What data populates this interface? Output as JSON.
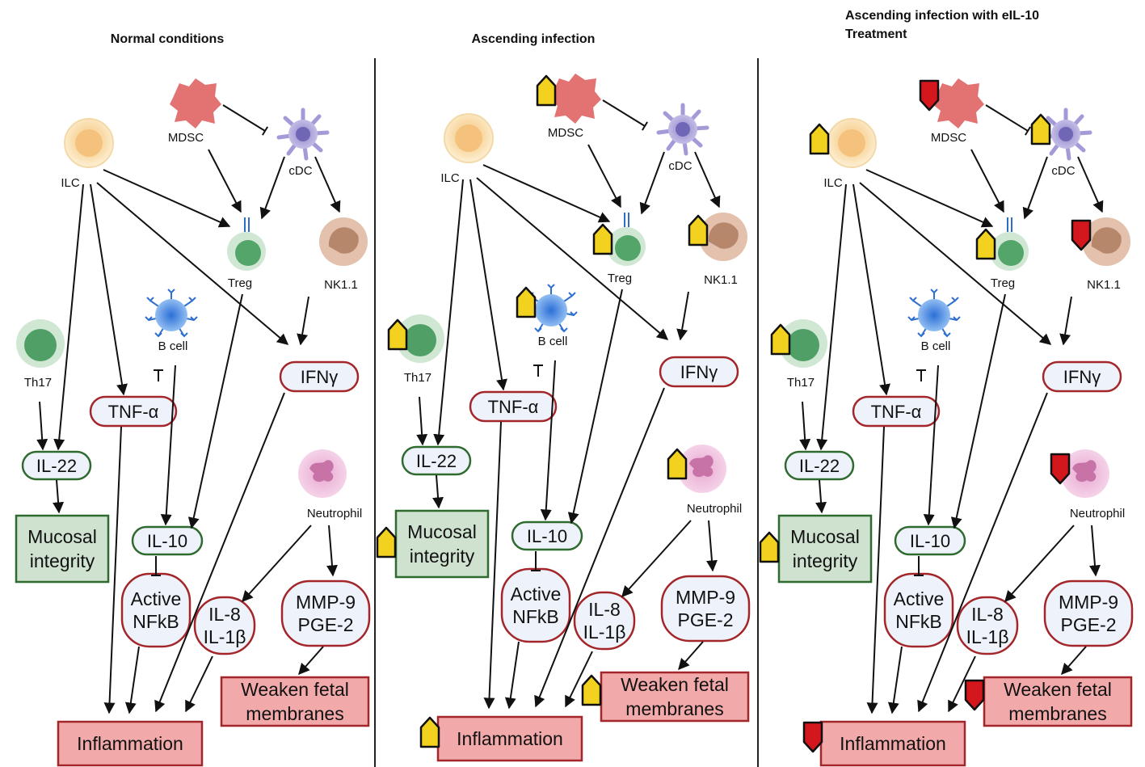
{
  "colors": {
    "red_border": "#a3262a",
    "green_border": "#2f6b2f",
    "pill_fill": "#eef3fb",
    "green_box_fill": "#cfe2cf",
    "red_box_fill": "#f2a9aa",
    "up_arrow": "#f2d21e",
    "down_arrow": "#d4161d",
    "divider": "#222222"
  },
  "panels": [
    {
      "title_lines": [
        "Normal conditions"
      ],
      "labels": {
        "mdsc": "MDSC",
        "cdc": "cDC",
        "ilc": "ILC",
        "treg": "Treg",
        "nk": "NK1.1",
        "bcell": "B cell",
        "th17": "Th17",
        "neutrophil": "Neutrophil"
      },
      "pills": {
        "ifng": "IFNγ",
        "tnfa": "TNF-α",
        "il22": "IL-22",
        "il10": "IL-10"
      },
      "boxes": {
        "mucosal": [
          "Mucosal",
          "integrity"
        ],
        "weaken": [
          "Weaken fetal",
          "membranes"
        ],
        "inflammation": [
          "Inflammation"
        ]
      },
      "bubbles": {
        "nfkb": [
          "Active",
          "NFkB"
        ],
        "il8": [
          "IL-8",
          "IL-1β"
        ],
        "mmp": [
          "MMP-9",
          "PGE-2"
        ]
      }
    },
    {
      "title_lines": [
        "Ascending infection"
      ],
      "labels": {
        "mdsc": "MDSC",
        "cdc": "cDC",
        "ilc": "ILC",
        "treg": "Treg",
        "nk": "NK1.1",
        "bcell": "B cell",
        "th17": "Th17",
        "neutrophil": "Neutrophil"
      },
      "pills": {
        "ifng": "IFNγ",
        "tnfa": "TNF-α",
        "il22": "IL-22",
        "il10": "IL-10"
      },
      "boxes": {
        "mucosal": [
          "Mucosal",
          "integrity"
        ],
        "weaken": [
          "Weaken fetal",
          "membranes"
        ],
        "inflammation": [
          "Inflammation"
        ]
      },
      "bubbles": {
        "nfkb": [
          "Active",
          "NFkB"
        ],
        "il8": [
          "IL-8",
          "IL-1β"
        ],
        "mmp": [
          "MMP-9",
          "PGE-2"
        ]
      },
      "up_arrows": [
        "mdsc",
        "treg",
        "nk",
        "bcell",
        "th17",
        "neutrophil",
        "mucosal",
        "weaken",
        "inflammation"
      ],
      "down_arrows": []
    },
    {
      "title_lines": [
        "Ascending infection with eIL-10",
        "Treatment"
      ],
      "labels": {
        "mdsc": "MDSC",
        "cdc": "cDC",
        "ilc": "ILC",
        "treg": "Treg",
        "nk": "NK1.1",
        "bcell": "B cell",
        "th17": "Th17",
        "neutrophil": "Neutrophil"
      },
      "pills": {
        "ifng": "IFNγ",
        "tnfa": "TNF-α",
        "il22": "IL-22",
        "il10": "IL-10"
      },
      "boxes": {
        "mucosal": [
          "Mucosal",
          "integrity"
        ],
        "weaken": [
          "Weaken fetal",
          "membranes"
        ],
        "inflammation": [
          "Inflammation"
        ]
      },
      "bubbles": {
        "nfkb": [
          "Active",
          "NFkB"
        ],
        "il8": [
          "IL-8",
          "IL-1β"
        ],
        "mmp": [
          "MMP-9",
          "PGE-2"
        ]
      },
      "up_arrows": [
        "cdc",
        "ilc",
        "treg",
        "th17",
        "mucosal"
      ],
      "down_arrows": [
        "mdsc",
        "nk",
        "neutrophil",
        "weaken",
        "inflammation"
      ]
    }
  ]
}
